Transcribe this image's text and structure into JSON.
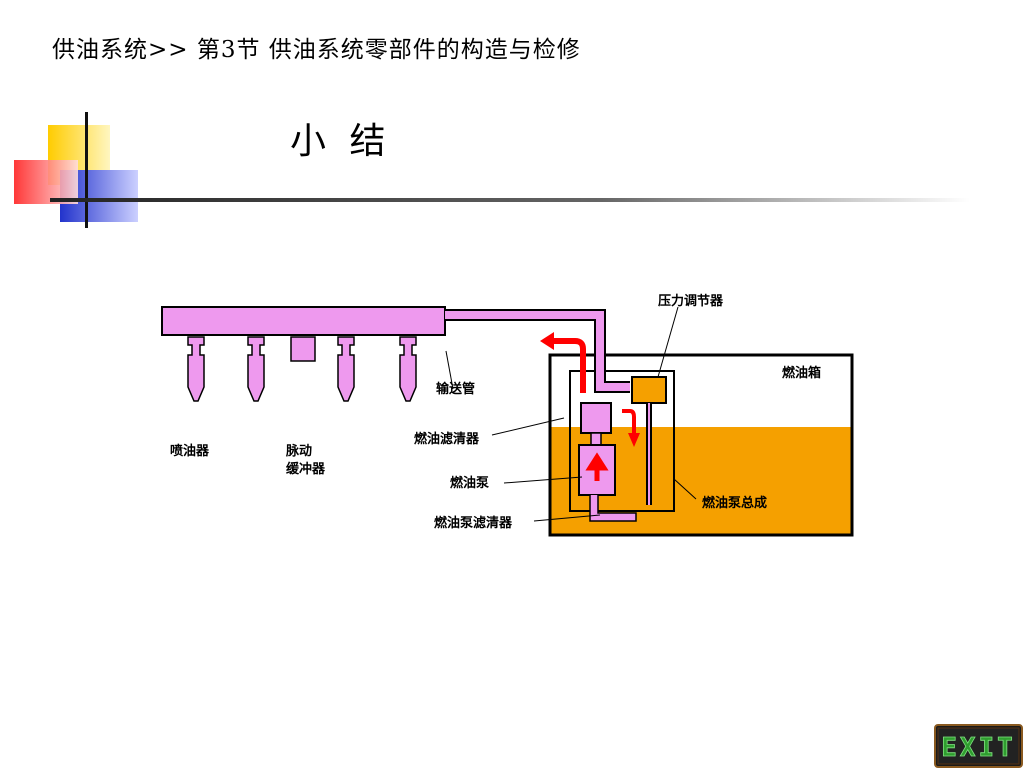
{
  "header": {
    "breadcrumb": "供油系统>> 第3节  供油系统零部件的构造与检修"
  },
  "title": "小 结",
  "diagram": {
    "labels": {
      "regulator": "压力调节器",
      "tank": "燃油箱",
      "delivery_pipe": "输送管",
      "injector": "喷油器",
      "damper_line1": "脉动",
      "damper_line2": "缓冲器",
      "fuel_filter": "燃油滤清器",
      "fuel_pump": "燃油泵",
      "pump_filter": "燃油泵滤清器",
      "pump_assembly": "燃油泵总成"
    },
    "colors": {
      "pink": "#ee99ee",
      "fuel": "#f5a000",
      "arrow": "#ff0000",
      "regulator": "#f5a000"
    }
  },
  "exit_button": {
    "label": "EXIT"
  }
}
